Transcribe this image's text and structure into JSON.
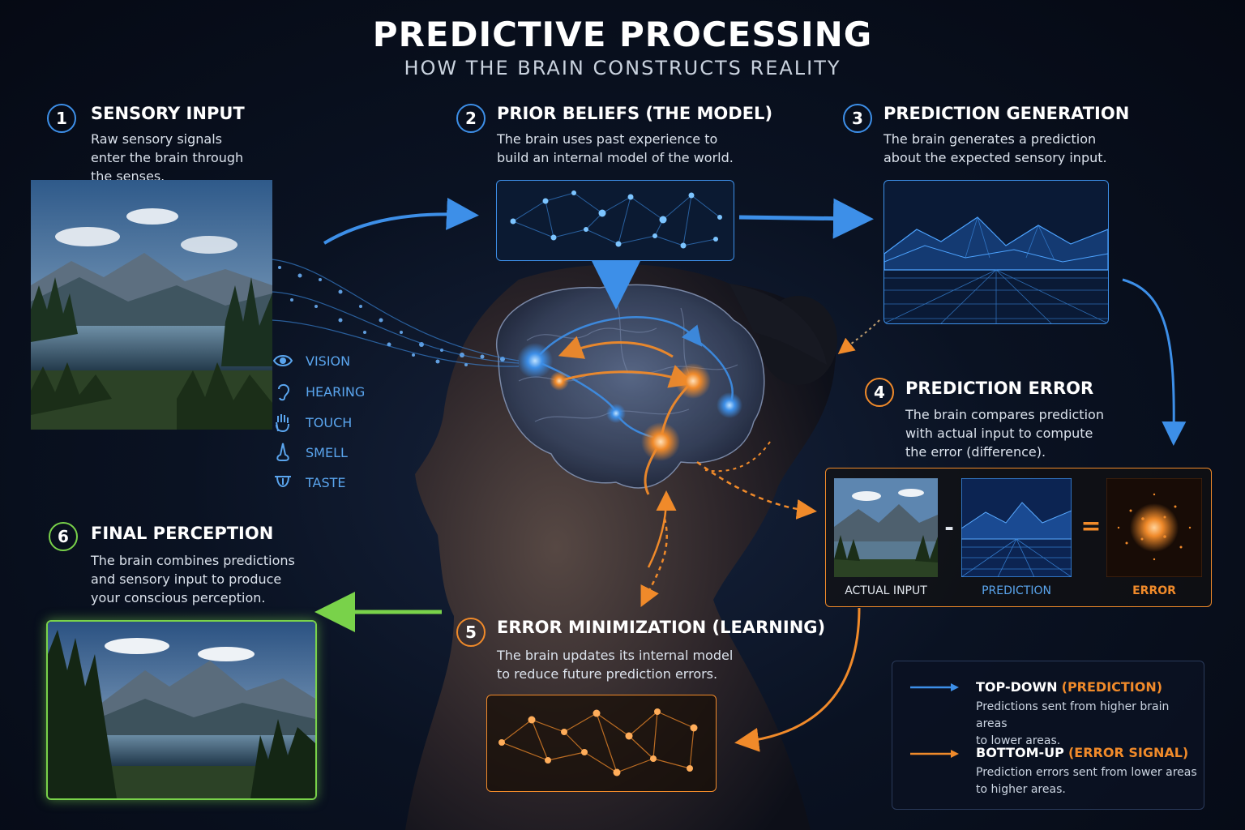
{
  "title": "PREDICTIVE PROCESSING",
  "subtitle": "HOW THE BRAIN CONSTRUCTS REALITY",
  "steps": [
    {
      "num": "1",
      "title": "SENSORY INPUT",
      "desc_lines": [
        "Raw sensory signals",
        "enter the brain through",
        "the senses."
      ]
    },
    {
      "num": "2",
      "title": "PRIOR BELIEFS (THE MODEL)",
      "desc_lines": [
        "The brain uses past experience to",
        "build an internal model of the world."
      ]
    },
    {
      "num": "3",
      "title": "PREDICTION GENERATION",
      "desc_lines": [
        "The brain generates a prediction",
        "about the expected sensory input."
      ]
    },
    {
      "num": "4",
      "title": "PREDICTION ERROR",
      "desc_lines": [
        "The brain compares prediction",
        "with actual input to compute",
        "the error (difference)."
      ]
    },
    {
      "num": "5",
      "title": "ERROR MINIMIZATION (LEARNING)",
      "desc_lines": [
        "The brain updates its internal model",
        "to reduce future prediction errors."
      ]
    },
    {
      "num": "6",
      "title": "FINAL PERCEPTION",
      "desc_lines": [
        "The brain combines predictions",
        "and sensory input to produce",
        "your conscious perception."
      ]
    }
  ],
  "senses": [
    {
      "label": "VISION",
      "icon": "eye-icon"
    },
    {
      "label": "HEARING",
      "icon": "ear-icon"
    },
    {
      "label": "TOUCH",
      "icon": "hand-icon"
    },
    {
      "label": "SMELL",
      "icon": "nose-icon"
    },
    {
      "label": "TASTE",
      "icon": "tongue-icon"
    }
  ],
  "comparison": {
    "actual_label": "ACTUAL INPUT",
    "minus": "-",
    "prediction_label": "PREDICTION",
    "equals": "=",
    "error_label": "ERROR"
  },
  "legend": {
    "top_down_title": "TOP-DOWN",
    "top_down_paren": "(PREDICTION)",
    "top_down_desc_lines": [
      "Predictions sent from higher brain areas",
      "to lower areas."
    ],
    "bottom_up_title": "BOTTOM-UP",
    "bottom_up_paren": "(ERROR SIGNAL)",
    "bottom_up_desc_lines": [
      "Prediction errors sent from lower areas",
      "to higher areas."
    ]
  },
  "colors": {
    "prediction_blue": "#3d8fe8",
    "error_orange": "#f08a2a",
    "perception_green": "#79d24a",
    "background": "#060b16"
  }
}
